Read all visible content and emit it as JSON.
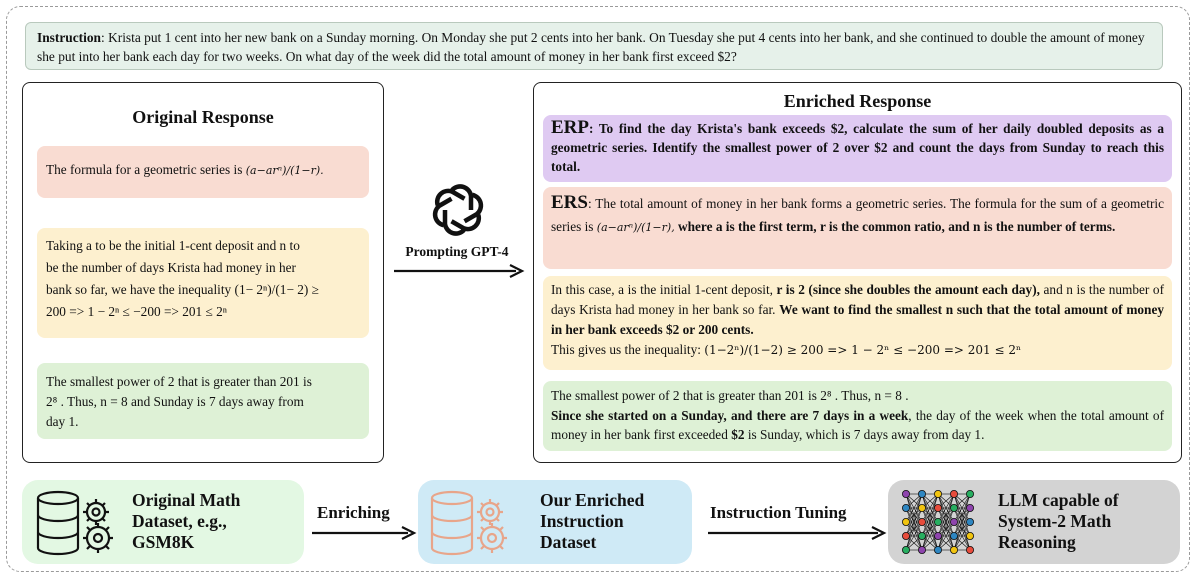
{
  "instruction": {
    "label": "Instruction",
    "text": ": Krista put 1 cent into her new bank on a Sunday morning.  On Monday she put 2 cents into her bank.  On Tuesday she put 4 cents into her bank, and she continued to double the amount of money she put into her bank each day for two weeks.  On what day of the week did the total amount of money in her bank first exceed $2?"
  },
  "original": {
    "title": "Original Response",
    "card1_text": "The formula for a geometric series is",
    "card1_math": "(a−arⁿ)/(1−r).",
    "card2_line1": "Taking a to be the initial 1-cent deposit and n to",
    "card2_line2": "be the number of days Krista had money in her",
    "card2_line3": "bank so far, we have the inequality (1− 2ⁿ)/(1− 2) ≥",
    "card2_line4": "200 => 1 − 2ⁿ ≤ −200 => 201 ≤ 2ⁿ",
    "card3_line1": "The smallest power of 2 that is greater than 201 is",
    "card3_line2": "2⁸ . Thus, n = 8 and Sunday is 7 days away from",
    "card3_line3": "day 1."
  },
  "middle": {
    "prompt_label": "Prompting GPT-4"
  },
  "enriched": {
    "title": "Enriched Response",
    "erp_tag": "ERP",
    "erp_text": ": To find the day Krista's bank exceeds $2, calculate the sum of her daily doubled deposits as a geometric series. Identify the smallest power of 2 over $2 and count the days from Sunday to reach this total.",
    "ers_tag": "ERS",
    "ers_text1": ": The total amount of money in her bank forms a geometric series. The formula for the sum of a geometric series is",
    "ers_math": "(a−arⁿ)/(1−r),",
    "ers_bold": "where a is the first term, r is the common ratio, and n is the number of terms.",
    "card3_part1": "In this case, a is the initial 1-cent deposit,",
    "card3_bold1": "r is 2 (since she doubles the amount each day),",
    "card3_part2": "and n is the number of days Krista had money in her bank so far.",
    "card3_bold2": "We want to find the smallest n such that the total amount of money in her bank exceeds $2 or 200 cents.",
    "card3_part3": "This gives us the inequality:",
    "card3_math": "(1−2ⁿ)/(1−2) ≥ 200 => 1 − 2ⁿ ≤ −200 => 201 ≤ 2ⁿ",
    "card4_line1": "The smallest power of 2 that is greater than 201 is 2⁸ . Thus, n = 8 .",
    "card4_bold": "Since she started on a Sunday, and there are 7 days in a week",
    "card4_rest": ", the day of the week when the total amount of money in her bank first exceeded",
    "card4_bold2": "$2",
    "card4_end": "is Sunday, which is 7 days away from day 1."
  },
  "flow": {
    "box1": "Original Math Dataset, e.g., GSM8K",
    "box1_l1": "Original Math",
    "box1_l2": "Dataset, e.g.,",
    "box1_l3": "GSM8K",
    "arrow1": "Enriching",
    "box2_l1": "Our Enriched",
    "box2_l2": "Instruction",
    "box2_l3": "Dataset",
    "arrow2": "Instruction Tuning",
    "box3_l1": "LLM capable of",
    "box3_l2": "System-2 Math",
    "box3_l3": "Reasoning"
  },
  "colors": {
    "instruction_bg": "#e6f1ea",
    "peach": "#f9dcd2",
    "yellow": "#fdf0cf",
    "green": "#def1d6",
    "purple": "#dfcaf2",
    "flow_green": "#e3f8e3",
    "flow_blue": "#cfeaf6",
    "flow_gray": "#d3d3d3"
  },
  "icons": [
    "database-gear-icon",
    "openai-logo-icon",
    "enriched-database-gear-icon",
    "neural-network-icon"
  ]
}
